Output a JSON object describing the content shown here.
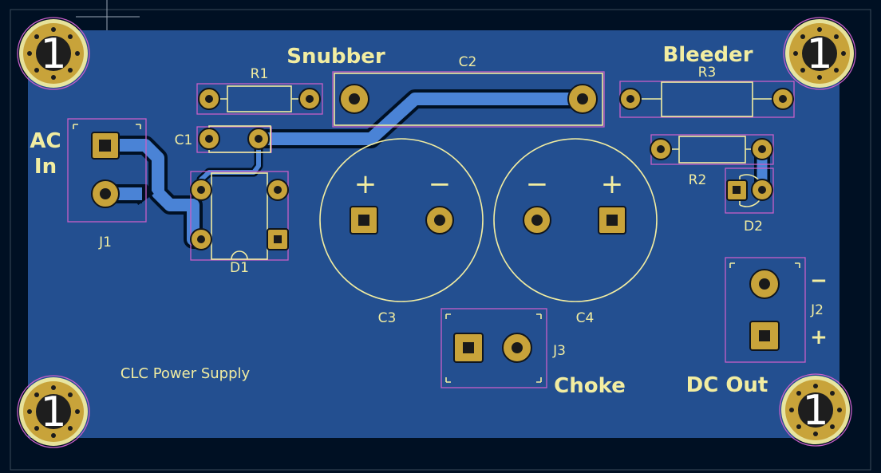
{
  "board": {
    "colors": {
      "background": "#001023",
      "board_fill": "#234f90",
      "copper_track": "#4a83d6",
      "silkscreen": "#f2eda1",
      "courtyard": "#c85fc8",
      "pad": "#c8a33a"
    }
  },
  "silkscreen": {
    "title": "CLC Power Supply",
    "ac_in_line1": "AC",
    "ac_in_line2": "In",
    "snubber": "Snubber",
    "bleeder": "Bleeder",
    "choke": "Choke",
    "dc_out": "DC Out",
    "plus": "+",
    "minus": "−"
  },
  "mounting_holes": {
    "label": "1",
    "icon": "mounting-hole-icon"
  },
  "components": {
    "J1": "J1",
    "J2": "J2",
    "J3": "J3",
    "R1": "R1",
    "R2": "R2",
    "R3": "R3",
    "C1": "C1",
    "C2": "C2",
    "C3": "C3",
    "C4": "C4",
    "D1": "D1",
    "D2": "D2"
  }
}
